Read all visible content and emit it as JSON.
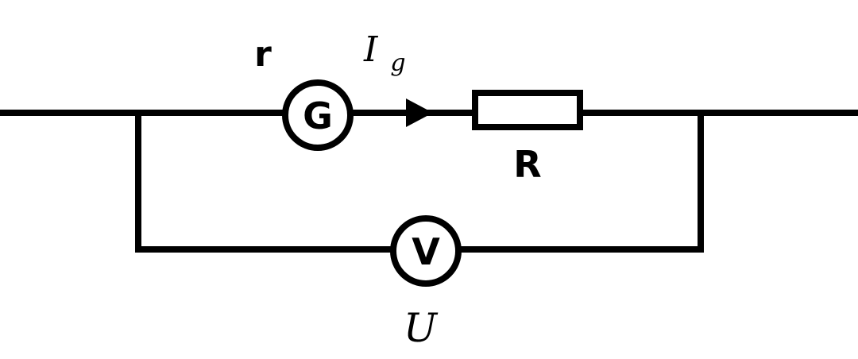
{
  "diagram": {
    "galvanometer": {
      "symbol": "G",
      "resistance_label": "r",
      "current_label_main": "I",
      "current_label_sub": "g"
    },
    "resistor": {
      "label": "R"
    },
    "voltmeter": {
      "symbol": "V",
      "reading_label": "U"
    },
    "colors": {
      "line": "#000000",
      "background": "#ffffff"
    }
  }
}
